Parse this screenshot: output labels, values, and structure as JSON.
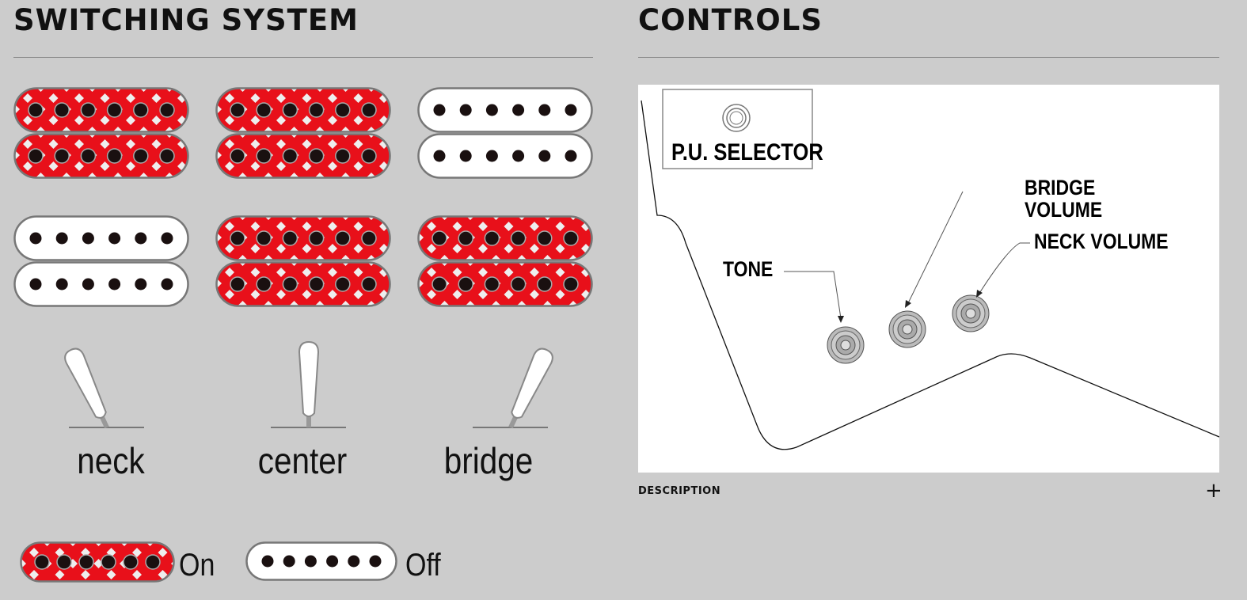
{
  "switching": {
    "title": "SWITCHING SYSTEM",
    "positions": [
      {
        "label": "neck",
        "row1": [
          "on",
          "on"
        ],
        "row2": [
          "off",
          "off"
        ],
        "angle": -25
      },
      {
        "label": "center",
        "row1": [
          "on",
          "on"
        ],
        "row2": [
          "on",
          "on"
        ],
        "angle": 0
      },
      {
        "label": "bridge",
        "row1": [
          "off",
          "off"
        ],
        "row2": [
          "on",
          "on"
        ],
        "angle": 25
      }
    ],
    "legend": {
      "on_label": "On",
      "off_label": "Off"
    }
  },
  "controls": {
    "title": "CONTROLS",
    "labels": {
      "selector": "P.U. SELECTOR",
      "tone": "TONE",
      "bridge_volume_1": "BRIDGE",
      "bridge_volume_2": "VOLUME",
      "neck_volume": "NECK VOLUME"
    },
    "description_label": "DESCRIPTION",
    "expand_icon": "plus-icon"
  },
  "colors": {
    "on": "#e8101a",
    "off": "#ffffff",
    "bg": "#cccccc"
  }
}
